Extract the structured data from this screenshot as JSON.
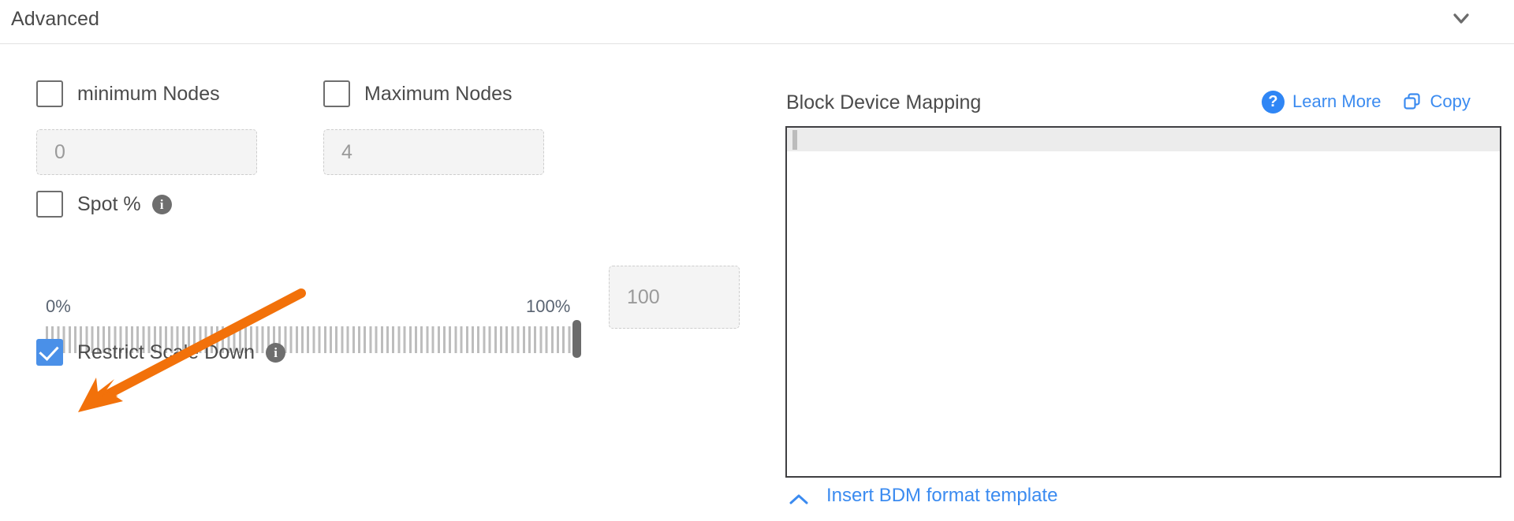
{
  "section": {
    "title": "Advanced",
    "collapse_icon": "chevron-down-icon"
  },
  "left": {
    "min_nodes": {
      "label": "minimum Nodes",
      "checked": false,
      "input_value": "0"
    },
    "max_nodes": {
      "label": "Maximum Nodes",
      "checked": false,
      "input_value": "4"
    },
    "spot": {
      "label": "Spot %",
      "checked": false,
      "info_glyph": "i"
    },
    "slider": {
      "min_label": "0%",
      "max_label": "100%",
      "value": 100,
      "value_input": "100"
    },
    "restrict_scale_down": {
      "label": "Restrict Scale Down",
      "checked": true,
      "info_glyph": "i"
    }
  },
  "right": {
    "title": "Block Device Mapping",
    "learn_more": {
      "label": "Learn More",
      "icon_glyph": "?"
    },
    "copy": {
      "label": "Copy"
    },
    "editor": {
      "content": ""
    },
    "insert_template_link": "Insert BDM format template"
  },
  "annotation": {
    "arrow_color": "#F2710A",
    "target": "restrict-scale-down-checkbox"
  },
  "colors": {
    "accent_blue": "#3b8bf0",
    "checkbox_blue": "#4a90e8",
    "annotation_orange": "#F2710A",
    "text_gray": "#4b4b4b",
    "muted_gray": "#9a9a9a"
  }
}
